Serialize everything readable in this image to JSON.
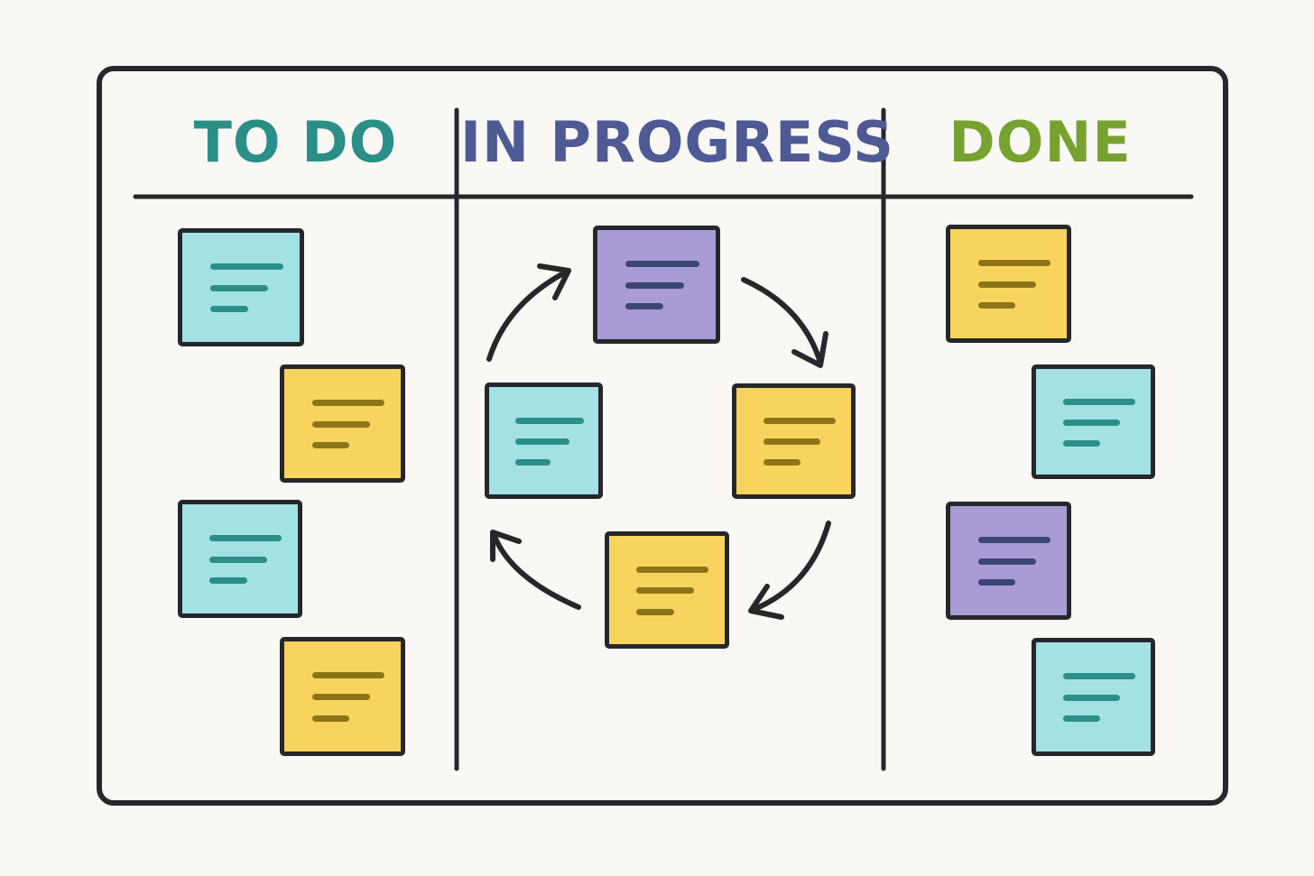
{
  "colors": {
    "background": "#f9f8f4",
    "outline": "#26272b",
    "todo_heading": "#2a8f86",
    "in_progress_heading": "#4e5a93",
    "done_heading": "#77a22f",
    "note_teal": "#a3e1e4",
    "note_teal_lines": "#2b8f88",
    "note_yellow": "#f8d45e",
    "note_yellow_lines": "#8b7518",
    "note_purple": "#a99bd6",
    "note_purple_lines": "#3c4673"
  },
  "board": {
    "columns": [
      {
        "id": "todo",
        "title": "TO DO",
        "notes": [
          "teal",
          "yellow",
          "teal",
          "yellow"
        ]
      },
      {
        "id": "in_progress",
        "title": "IN PROGRESS",
        "notes": [
          "purple",
          "teal",
          "yellow",
          "yellow"
        ],
        "cycle_arrows": 4
      },
      {
        "id": "done",
        "title": "DONE",
        "notes": [
          "yellow",
          "teal",
          "purple",
          "teal"
        ]
      }
    ]
  }
}
